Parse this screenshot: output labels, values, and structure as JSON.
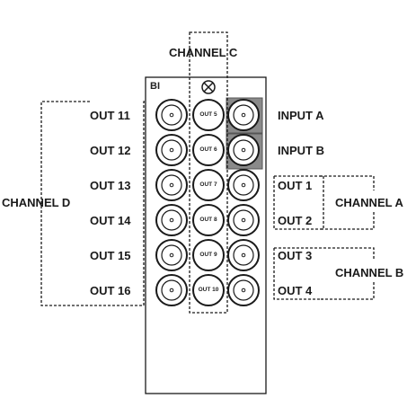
{
  "panel": {
    "label": "BI"
  },
  "channels": {
    "c": "CHANNEL C",
    "d": "CHANNEL D",
    "a": "CHANNEL A",
    "b": "CHANNEL B"
  },
  "connectors": {
    "left": [
      "OUT 11",
      "OUT 12",
      "OUT 13",
      "OUT 14",
      "OUT 15",
      "OUT 16"
    ],
    "middle": [
      "OUT 5",
      "OUT 6",
      "OUT 7",
      "OUT 8",
      "OUT 9",
      "OUT 10"
    ],
    "right": [
      "INPUT A",
      "INPUT B",
      "OUT 1",
      "OUT 2",
      "OUT 3",
      "OUT 4"
    ]
  },
  "icons": {
    "top": "ground-x-icon"
  },
  "colors": {
    "stroke": "#1a1a1a",
    "highlight": "#8a8a8a"
  }
}
